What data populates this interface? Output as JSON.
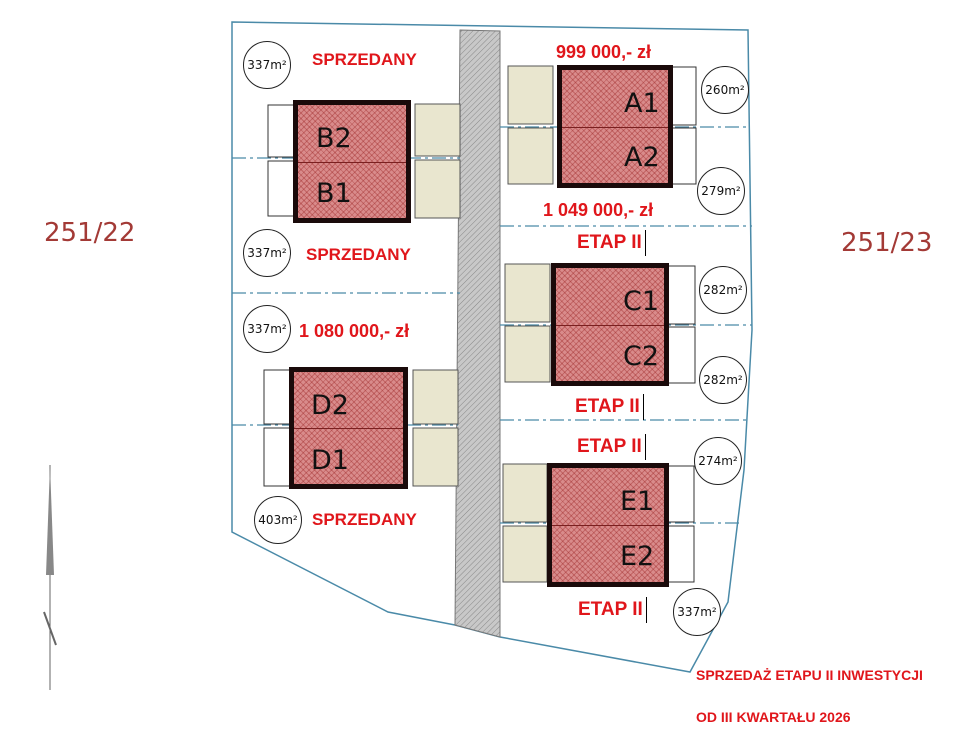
{
  "parcels": {
    "left": "251/22",
    "right": "251/23"
  },
  "units": [
    {
      "id": "A1",
      "lot_area": "260m²"
    },
    {
      "id": "A2",
      "lot_area": "279m²"
    },
    {
      "id": "B2",
      "lot_area": "337m²"
    },
    {
      "id": "B1",
      "lot_area": "337m²"
    },
    {
      "id": "C1",
      "lot_area": "282m²"
    },
    {
      "id": "C2",
      "lot_area": "282m²"
    },
    {
      "id": "D2",
      "lot_area": "337m²"
    },
    {
      "id": "D1",
      "lot_area": "403m²"
    },
    {
      "id": "E1",
      "lot_area": "274m²"
    },
    {
      "id": "E2",
      "lot_area": "337m²"
    }
  ],
  "labels": {
    "a1_price": "999 000,- zł",
    "a2_price": "1 049 000,- zł",
    "b2_status": "SPRZEDANY",
    "b1_status": "SPRZEDANY",
    "d2_price": "1 080 000,- zł",
    "d1_status": "SPRZEDANY",
    "c1_stage": "ETAP II",
    "c2_stage": "ETAP II",
    "e1_stage": "ETAP II",
    "e2_stage": "ETAP II"
  },
  "notice": {
    "line1": "SPRZEDAŻ ETAPU II INWESTYCJI",
    "line2": "OD III KWARTAŁU 2026"
  },
  "colors": {
    "price": "#e0161b",
    "building": "#d98b8b",
    "boundary": "#4a8aa8",
    "parcel_label": "#a33a36"
  }
}
